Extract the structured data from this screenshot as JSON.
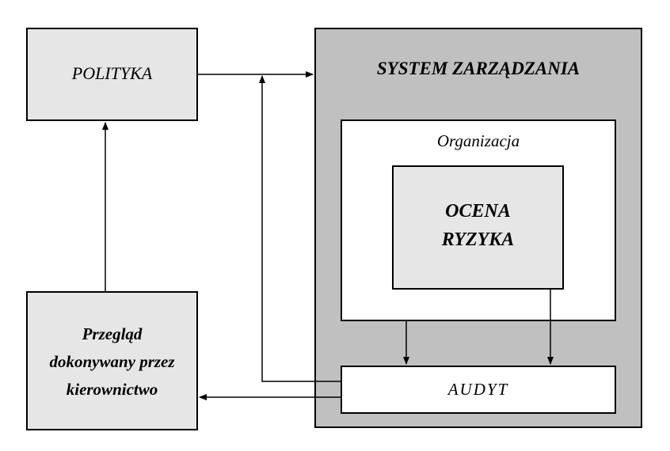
{
  "diagram": {
    "polityka": "POLITYKA",
    "system": "SYSTEM ZARZĄDZANIA",
    "organizacja": "Organizacja",
    "ocena_line1": "OCENA",
    "ocena_line2": "RYZYKA",
    "audyt": "AUDYT",
    "przeglad_line1": "Przegląd",
    "przeglad_line2": "dokonywany przez",
    "przeglad_line3": "kierownictwo"
  },
  "colors": {
    "light_gray": "#e6e6e6",
    "system_gray": "#c0c0c0",
    "line": "#000000"
  }
}
